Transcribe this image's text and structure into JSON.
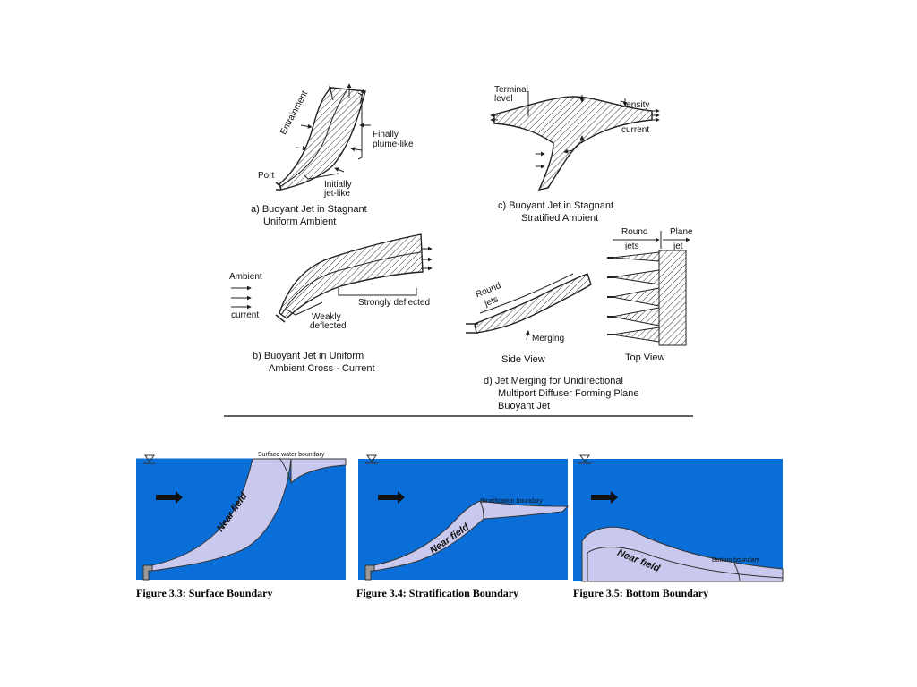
{
  "sketch": {
    "a": {
      "caption_l1": "a)  Buoyant  Jet  in  Stagnant",
      "caption_l2": "Uniform  Ambient",
      "entrainment": "Entrainment",
      "finally_l1": "Finally",
      "finally_l2": "plume-like",
      "port": "Port",
      "initially_l1": "Initially",
      "initially_l2": "jet-like"
    },
    "b": {
      "caption_l1": "b)  Buoyant  Jet  in  Uniform",
      "caption_l2": "Ambient  Cross - Current",
      "ambient": "Ambient",
      "current": "current",
      "weakly_l1": "Weakly",
      "weakly_l2": "deflected",
      "strongly": "Strongly  deflected"
    },
    "c": {
      "caption_l1": "c)  Buoyant  Jet  in  Stagnant",
      "caption_l2": "Stratified  Ambient",
      "terminal_l1": "Terminal",
      "terminal_l2": "level",
      "density": "Density",
      "current": "current"
    },
    "d": {
      "round_l1": "Round",
      "round_l2": "jets",
      "merging": "Merging",
      "side_view": "Side  View",
      "top_view": "Top  View",
      "round_jets_l1": "Round",
      "round_jets_l2": "jets",
      "plane_l1": "Plane",
      "plane_l2": "jet",
      "caption_l1": "d)  Jet  Merging  for  Unidirectional",
      "caption_l2": "Multiport  Diffuser  Forming  Plane",
      "caption_l3": "Buoyant  Jet"
    }
  },
  "figures": [
    {
      "caption": "Figure 3.3:  Surface Boundary",
      "boundary_label": "Surface water boundary",
      "region_label": "Near field"
    },
    {
      "caption": "Figure 3.4:  Stratification Boundary",
      "boundary_label": "Stratification boundary",
      "region_label": "Near field"
    },
    {
      "caption": "Figure 3.5:  Bottom Boundary",
      "boundary_label": "Bottom boundary",
      "region_label": "Near field"
    }
  ],
  "colors": {
    "water": "#0a6ed8",
    "plume": "#c9c9ef",
    "ink": "#222222"
  }
}
